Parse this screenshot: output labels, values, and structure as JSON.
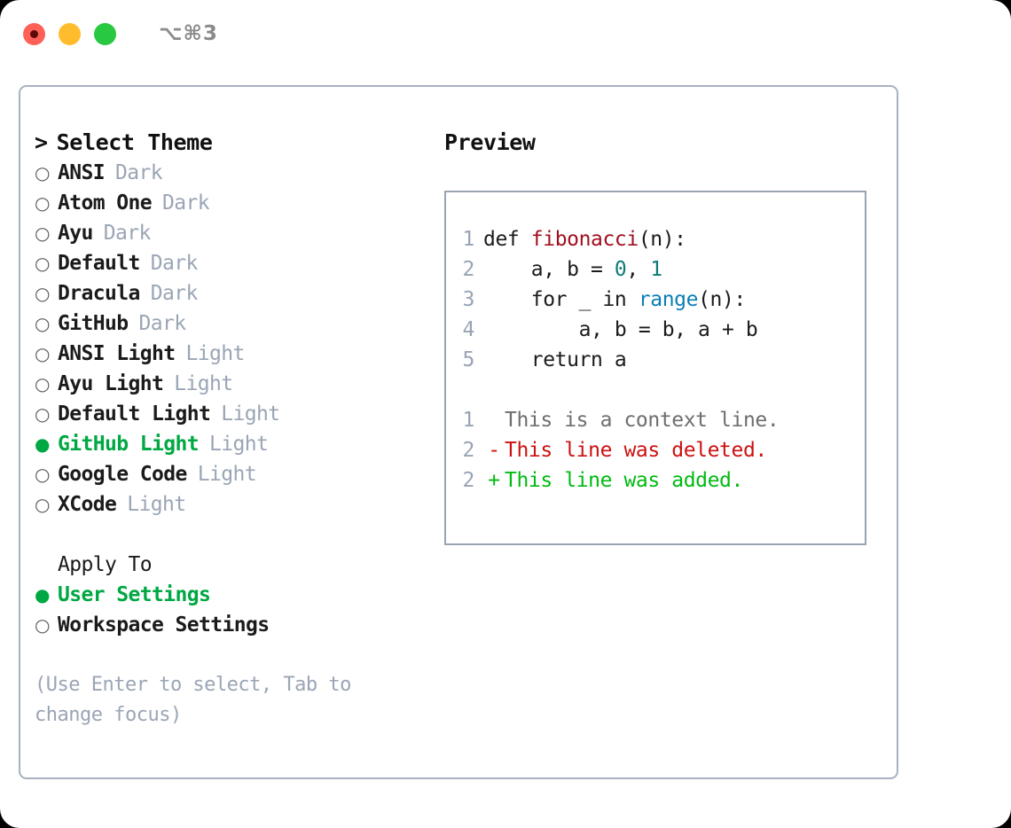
{
  "window": {
    "shortcut": "⌥⌘3",
    "traffic_lights": [
      {
        "name": "close",
        "color": "#ff6058"
      },
      {
        "name": "minimize",
        "color": "#ffbd2e"
      },
      {
        "name": "maximize",
        "color": "#28c840"
      }
    ]
  },
  "theme_picker": {
    "caret": ">",
    "header": "Select Theme",
    "marker_unselected": "○",
    "marker_selected": "●",
    "items": [
      {
        "label": "ANSI",
        "tag": "Dark",
        "selected": false
      },
      {
        "label": "Atom One",
        "tag": "Dark",
        "selected": false
      },
      {
        "label": "Ayu",
        "tag": "Dark",
        "selected": false
      },
      {
        "label": "Default",
        "tag": "Dark",
        "selected": false
      },
      {
        "label": "Dracula",
        "tag": "Dark",
        "selected": false
      },
      {
        "label": "GitHub",
        "tag": "Dark",
        "selected": false
      },
      {
        "label": "ANSI Light",
        "tag": "Light",
        "selected": false
      },
      {
        "label": "Ayu Light",
        "tag": "Light",
        "selected": false
      },
      {
        "label": "Default Light",
        "tag": "Light",
        "selected": false
      },
      {
        "label": "GitHub Light",
        "tag": "Light",
        "selected": true
      },
      {
        "label": "Google Code",
        "tag": "Light",
        "selected": false
      },
      {
        "label": "XCode",
        "tag": "Light",
        "selected": false
      }
    ]
  },
  "apply_to": {
    "header": "Apply To",
    "items": [
      {
        "label": "User Settings",
        "selected": true
      },
      {
        "label": "Workspace Settings",
        "selected": false
      }
    ]
  },
  "hint": "(Use Enter to select, Tab to change focus)",
  "preview": {
    "title": "Preview",
    "code_lines": [
      {
        "no": "1",
        "sign": "",
        "parts": [
          {
            "text": "def ",
            "type": "plain"
          },
          {
            "text": "fibonacci",
            "type": "fn"
          },
          {
            "text": "(n):",
            "type": "plain"
          }
        ]
      },
      {
        "no": "2",
        "sign": "",
        "parts": [
          {
            "text": "    a, b = ",
            "type": "plain"
          },
          {
            "text": "0",
            "type": "num"
          },
          {
            "text": ", ",
            "type": "plain"
          },
          {
            "text": "1",
            "type": "num"
          }
        ]
      },
      {
        "no": "3",
        "sign": "",
        "parts": [
          {
            "text": "    for _ in ",
            "type": "plain"
          },
          {
            "text": "range",
            "type": "call"
          },
          {
            "text": "(n):",
            "type": "plain"
          }
        ]
      },
      {
        "no": "4",
        "sign": "",
        "parts": [
          {
            "text": "        a, b = b, a + b",
            "type": "plain"
          }
        ]
      },
      {
        "no": "5",
        "sign": "",
        "parts": [
          {
            "text": "    return a",
            "type": "plain"
          }
        ]
      }
    ],
    "diff_lines": [
      {
        "no": "1",
        "sign": " ",
        "text": "This is a context line.",
        "kind": "context"
      },
      {
        "no": "2",
        "sign": "-",
        "text": "This line was deleted.",
        "kind": "del"
      },
      {
        "no": "2",
        "sign": "+",
        "text": "This line was added.",
        "kind": "add"
      }
    ]
  },
  "colors": {
    "accent_green": "#00a843",
    "muted": "#9aa5b5",
    "border": "#a8b2c1",
    "fn": "#a01020",
    "num": "#0f7a74",
    "call": "#0a7fb5",
    "diff_del": "#cc1111",
    "diff_add": "#00bb11"
  }
}
